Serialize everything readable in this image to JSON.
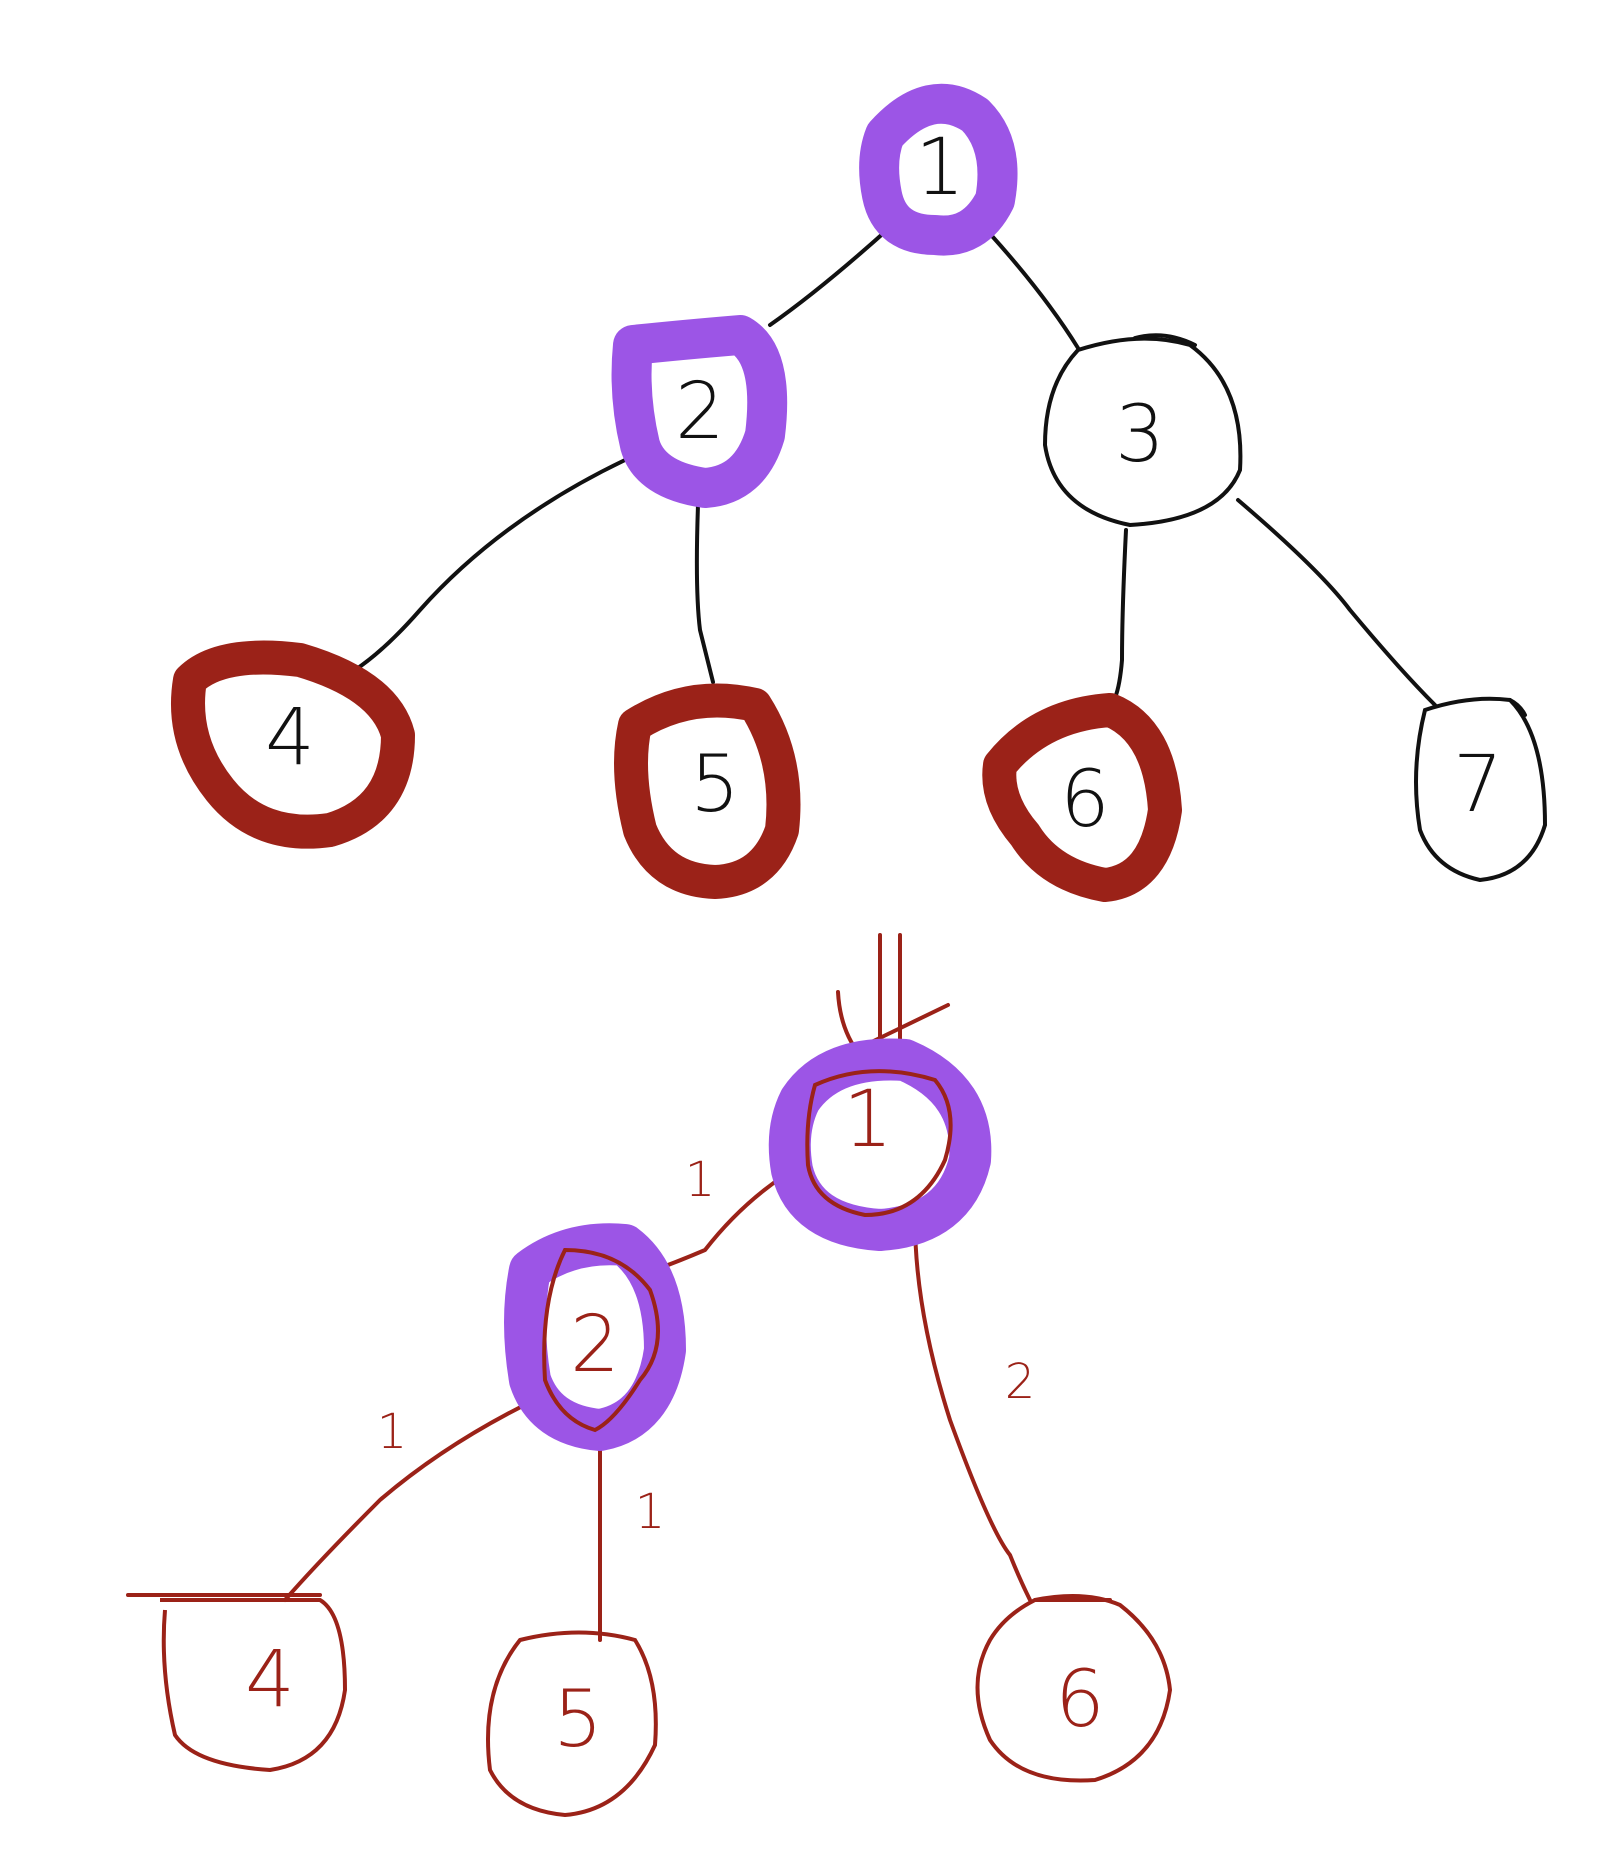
{
  "colors": {
    "ink": "#111111",
    "red": "#9b2218",
    "purple": "#9c55e6",
    "background": "#ffffff"
  },
  "top_tree": {
    "nodes": [
      {
        "id": "1",
        "label": "1",
        "highlight": "purple"
      },
      {
        "id": "2",
        "label": "2",
        "highlight": "purple"
      },
      {
        "id": "3",
        "label": "3",
        "highlight": "none"
      },
      {
        "id": "4",
        "label": "4",
        "highlight": "red"
      },
      {
        "id": "5",
        "label": "5",
        "highlight": "red"
      },
      {
        "id": "6",
        "label": "6",
        "highlight": "red"
      },
      {
        "id": "7",
        "label": "7",
        "highlight": "none"
      }
    ],
    "edges": [
      {
        "from": "1",
        "to": "2"
      },
      {
        "from": "1",
        "to": "3"
      },
      {
        "from": "2",
        "to": "4"
      },
      {
        "from": "2",
        "to": "5"
      },
      {
        "from": "3",
        "to": "6"
      },
      {
        "from": "3",
        "to": "7"
      }
    ]
  },
  "bottom_tree": {
    "root_marker": "down-arrow-icon",
    "nodes": [
      {
        "id": "1",
        "label": "1",
        "highlight": "purple"
      },
      {
        "id": "2",
        "label": "2",
        "highlight": "purple"
      },
      {
        "id": "4",
        "label": "4",
        "highlight": "none"
      },
      {
        "id": "5",
        "label": "5",
        "highlight": "none"
      },
      {
        "id": "6",
        "label": "6",
        "highlight": "none"
      }
    ],
    "edges": [
      {
        "from": "1",
        "to": "2",
        "weight": "1"
      },
      {
        "from": "1",
        "to": "6",
        "weight": "2"
      },
      {
        "from": "2",
        "to": "4",
        "weight": "1"
      },
      {
        "from": "2",
        "to": "5",
        "weight": "1"
      }
    ]
  }
}
